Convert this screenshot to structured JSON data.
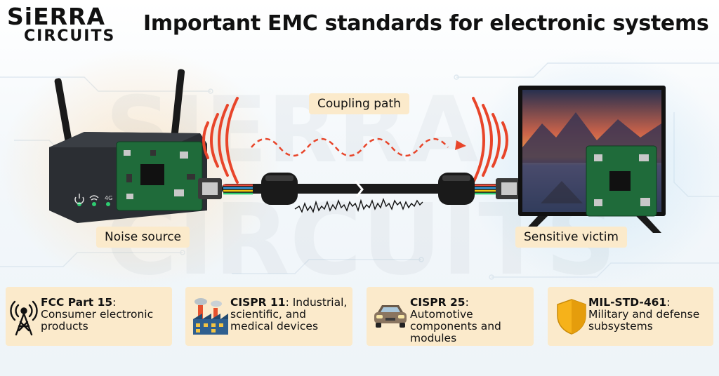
{
  "logo": {
    "line1": "SiERRA",
    "line2": "CIRCUITS"
  },
  "title": "Important EMC standards for electronic systems",
  "labels": {
    "noise_source": "Noise source",
    "coupling_path": "Coupling path",
    "sensitive_victim": "Sensitive victim"
  },
  "router": {
    "led_label": "4G"
  },
  "standards": [
    {
      "name": "FCC Part 15",
      "desc": ": Consumer electronic products",
      "icon": "radio-tower-icon"
    },
    {
      "name": "CISPR 11",
      "desc": ": Industrial, scientific, and medical devices",
      "icon": "factory-icon"
    },
    {
      "name": "CISPR 25",
      "desc": ": Automotive components and modules",
      "icon": "car-icon"
    },
    {
      "name": "MIL-STD-461",
      "desc": ": Military and defense subsystems",
      "icon": "shield-icon"
    }
  ],
  "colors": {
    "accent_red": "#e8452a",
    "label_bg": "#fbeacb",
    "shield_gold": "#f6b21a"
  }
}
